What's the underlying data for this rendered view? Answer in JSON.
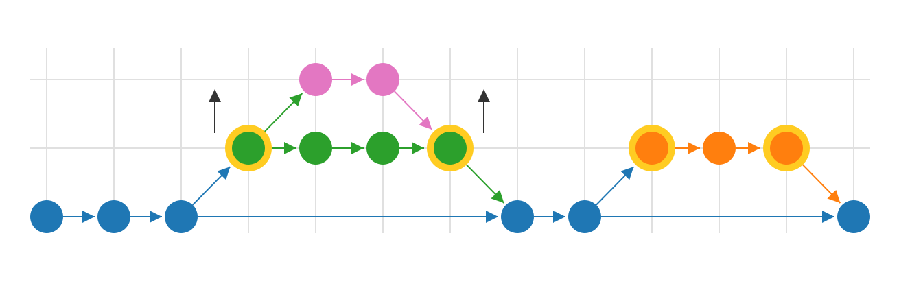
{
  "diagram": {
    "type": "git-branch-graph",
    "colors": {
      "main": "#1f77b4",
      "feature": "#2ca02c",
      "sub": "#e377c2",
      "release": "#ff7f0e",
      "highlight": "#ffcc22",
      "grid": "#e0e0e0",
      "marker": "#333333"
    },
    "lanes": [
      "main",
      "feature",
      "sub"
    ],
    "nodes": [
      {
        "id": "m0",
        "col": 0,
        "lane": 0,
        "branch": "main"
      },
      {
        "id": "m1",
        "col": 1,
        "lane": 0,
        "branch": "main"
      },
      {
        "id": "m2",
        "col": 2,
        "lane": 0,
        "branch": "main"
      },
      {
        "id": "f0",
        "col": 3,
        "lane": 1,
        "branch": "feature",
        "highlight": true
      },
      {
        "id": "p0",
        "col": 4,
        "lane": 2,
        "branch": "sub"
      },
      {
        "id": "p1",
        "col": 5,
        "lane": 2,
        "branch": "sub"
      },
      {
        "id": "f1",
        "col": 4,
        "lane": 1,
        "branch": "feature"
      },
      {
        "id": "f2",
        "col": 5,
        "lane": 1,
        "branch": "feature"
      },
      {
        "id": "f3",
        "col": 6,
        "lane": 1,
        "branch": "feature",
        "highlight": true
      },
      {
        "id": "m3",
        "col": 7,
        "lane": 0,
        "branch": "main"
      },
      {
        "id": "m4",
        "col": 8,
        "lane": 0,
        "branch": "main"
      },
      {
        "id": "o0",
        "col": 9,
        "lane": 1,
        "branch": "release",
        "highlight": true
      },
      {
        "id": "o1",
        "col": 10,
        "lane": 1,
        "branch": "release"
      },
      {
        "id": "o2",
        "col": 11,
        "lane": 1,
        "branch": "release",
        "highlight": true
      },
      {
        "id": "m5",
        "col": 12,
        "lane": 0,
        "branch": "main"
      }
    ],
    "edges": [
      {
        "from": "m0",
        "to": "m1",
        "branch": "main"
      },
      {
        "from": "m1",
        "to": "m2",
        "branch": "main"
      },
      {
        "from": "m2",
        "to": "f0",
        "branch": "main"
      },
      {
        "from": "m2",
        "to": "m3",
        "branch": "main"
      },
      {
        "from": "f0",
        "to": "f1",
        "branch": "feature"
      },
      {
        "from": "f0",
        "to": "p0",
        "branch": "feature"
      },
      {
        "from": "p0",
        "to": "p1",
        "branch": "sub"
      },
      {
        "from": "p1",
        "to": "f3",
        "branch": "sub"
      },
      {
        "from": "f1",
        "to": "f2",
        "branch": "feature"
      },
      {
        "from": "f2",
        "to": "f3",
        "branch": "feature"
      },
      {
        "from": "f3",
        "to": "m3",
        "branch": "feature"
      },
      {
        "from": "m3",
        "to": "m4",
        "branch": "main"
      },
      {
        "from": "m4",
        "to": "o0",
        "branch": "main"
      },
      {
        "from": "m4",
        "to": "m5",
        "branch": "main"
      },
      {
        "from": "o0",
        "to": "o1",
        "branch": "release"
      },
      {
        "from": "o1",
        "to": "o2",
        "branch": "release"
      },
      {
        "from": "o2",
        "to": "m5",
        "branch": "release"
      }
    ],
    "up_markers": [
      {
        "col": 2.5
      },
      {
        "col": 6.5
      }
    ]
  }
}
